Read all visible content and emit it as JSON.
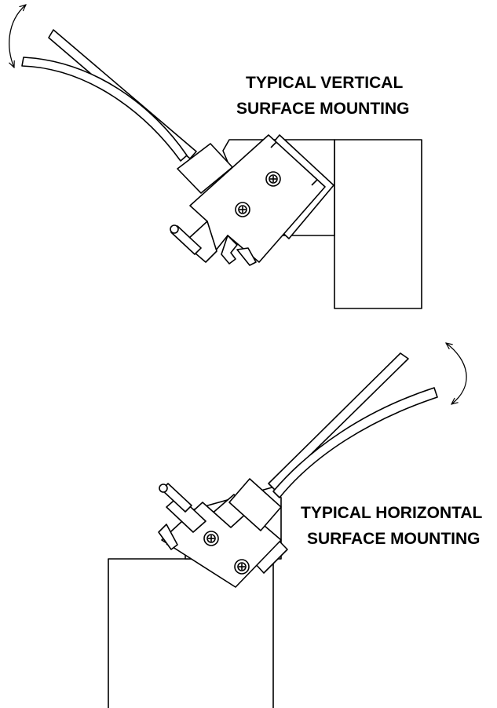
{
  "figure": {
    "labels": {
      "vertical": {
        "line1": "TYPICAL VERTICAL",
        "line2": "SURFACE MOUNTING"
      },
      "horizontal": {
        "line1": "TYPICAL HORIZONTAL",
        "line2": "SURFACE MOUNTING"
      }
    },
    "colors": {
      "stroke": "#000000",
      "fill": "#ffffff"
    }
  }
}
